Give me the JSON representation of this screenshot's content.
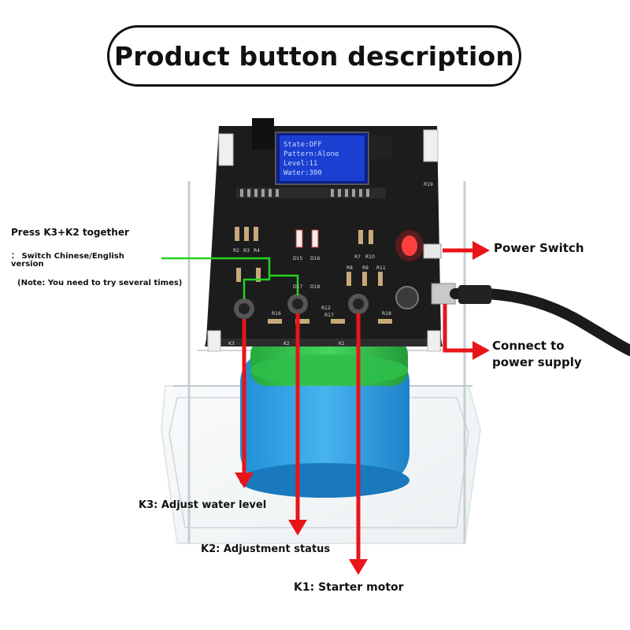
{
  "title": "Product button description",
  "labels": {
    "combo_title": "Press K3+K2 together",
    "combo_desc_prefix": "：",
    "combo_desc": "Switch Chinese/English",
    "combo_desc2": "version",
    "combo_note": "(Note: You need to try several times)",
    "power_switch": "Power Switch",
    "connect_line1": "Connect to",
    "connect_line2": "power supply",
    "k3": "K3: Adjust water level",
    "k2": "K2: Adjustment status",
    "k1": "K1: Starter motor"
  },
  "oled": {
    "line1": "State:OFF",
    "line2": "Pattern:Alone",
    "line3": "Level:11",
    "line4": "Water:300"
  },
  "pcb_labels": {
    "k3": "K3",
    "k2": "K2",
    "k1": "K1",
    "r2": "R2",
    "r3": "R3",
    "r4": "R4",
    "r7": "R7",
    "r10": "R10",
    "r8": "R8",
    "r9": "R9",
    "r11": "R11",
    "r12": "R12",
    "r16": "R16",
    "r17": "R17",
    "r18": "R18",
    "r19": "R19",
    "d15": "D15",
    "d16": "D16",
    "d17": "D17",
    "d18": "D18"
  },
  "colors": {
    "arrow_red": "#e8141a",
    "highlight_green": "#22d322",
    "pcb_black": "#1c1c1c",
    "water_blue": "#2f9de0",
    "tank_green": "#2fbf4a",
    "oled_blue": "#1b3fd0"
  }
}
